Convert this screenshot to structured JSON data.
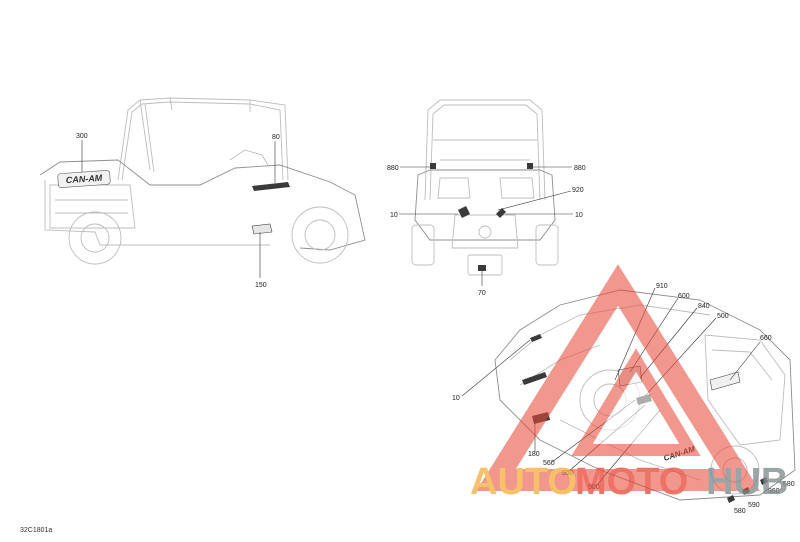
{
  "diagram_ref": "32C1801a",
  "views": {
    "side": {
      "callouts": {
        "c300": "300",
        "c80": "80",
        "c150": "150"
      },
      "logo_text": "CAN-AM"
    },
    "front": {
      "callouts": {
        "c880_left": "880",
        "c880_right": "880",
        "c920": "920",
        "c10_left": "10",
        "c10_right": "10",
        "c70": "70"
      }
    },
    "rear": {
      "callouts": {
        "c910": "910",
        "c600": "600",
        "c840": "840",
        "c500": "500",
        "c660": "660",
        "c10": "10",
        "c180": "180",
        "c560": "560",
        "c550": "550",
        "c900": "900",
        "c580a": "580",
        "c960": "960",
        "c590": "590",
        "c580b": "580"
      },
      "logo_text": "CAN-AM"
    }
  },
  "watermark": {
    "part1": "AUTO",
    "part2": "MOTO",
    "part3": "HUB",
    "color_orange": "#f5b041",
    "color_red": "#e74c3c",
    "color_gray": "#7f8c8d"
  }
}
